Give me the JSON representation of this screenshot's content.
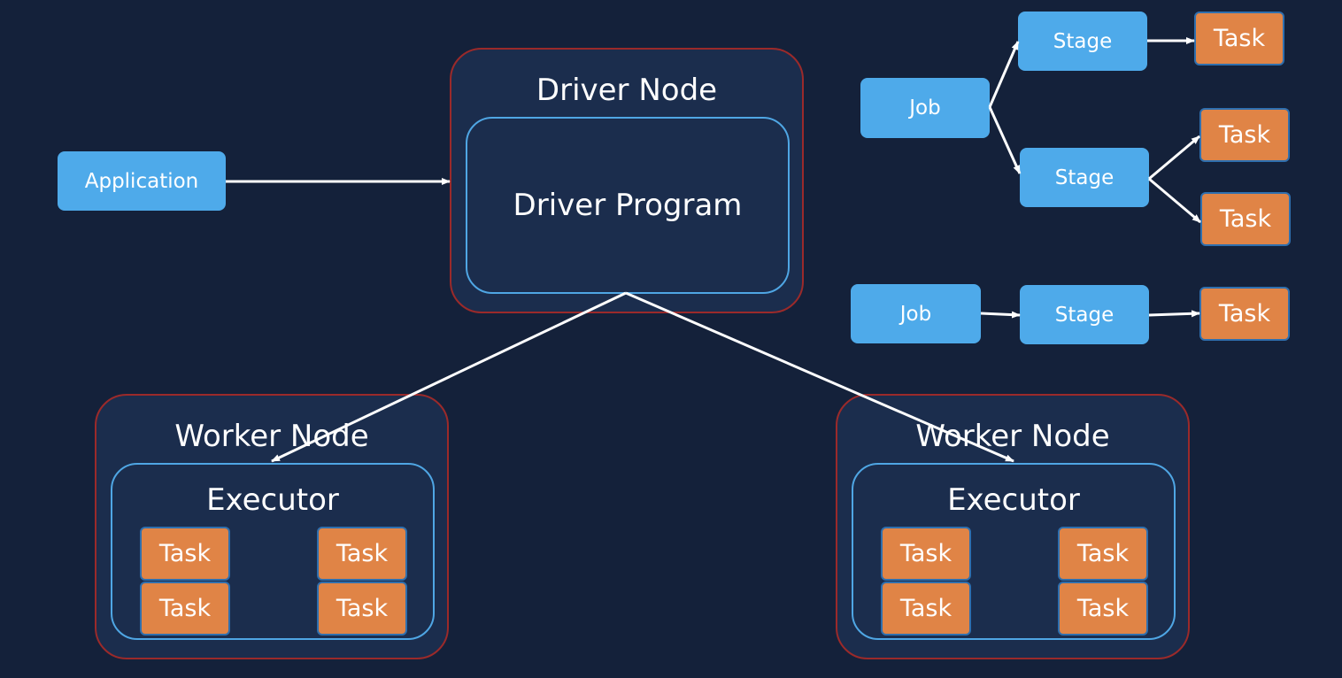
{
  "driver": {
    "title": "Driver Node",
    "program": "Driver Program"
  },
  "application": {
    "label": "Application"
  },
  "workers": [
    {
      "title": "Worker Node",
      "executor": "Executor",
      "tasks": [
        "Task",
        "Task",
        "Task",
        "Task"
      ]
    },
    {
      "title": "Worker Node",
      "executor": "Executor",
      "tasks": [
        "Task",
        "Task",
        "Task",
        "Task"
      ]
    }
  ],
  "job1": {
    "label": "Job",
    "stage1": {
      "label": "Stage",
      "tasks": [
        "Task"
      ]
    },
    "stage2": {
      "label": "Stage",
      "tasks": [
        "Task",
        "Task"
      ]
    }
  },
  "job2": {
    "label": "Job",
    "stage": {
      "label": "Stage",
      "tasks": [
        "Task"
      ]
    }
  },
  "colors": {
    "background": "#14213a",
    "node_fill": "#1b2d4d",
    "node_border": "#9b2a2a",
    "inner_border": "#4fa6e4",
    "blue_box": "#4eaaea",
    "task_box": "#e08446",
    "arrow": "#ffffff"
  }
}
